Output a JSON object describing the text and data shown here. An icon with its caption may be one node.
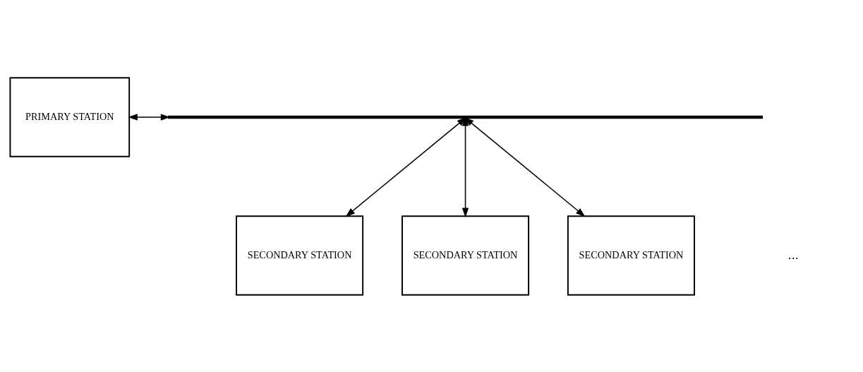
{
  "diagram": {
    "nodes": [
      {
        "text": [
          "PRIMARY STATION"
        ]
      },
      {
        "text": [],
        "shape": "bar"
      },
      {
        "text": [
          "SECONDARY STATION"
        ]
      },
      {
        "text": [
          "SECONDARY STATION"
        ]
      },
      {
        "text": [
          "SECONDARY STATION"
        ]
      }
    ],
    "edges": [
      {
        "from": 0,
        "to": 1,
        "arrow": "both"
      },
      {
        "from": 1,
        "to": 2,
        "arrow": "both"
      },
      {
        "from": 1,
        "to": 3,
        "arrow": "both"
      },
      {
        "from": 1,
        "to": 4,
        "arrow": "both"
      }
    ],
    "labels": [
      "..."
    ]
  }
}
